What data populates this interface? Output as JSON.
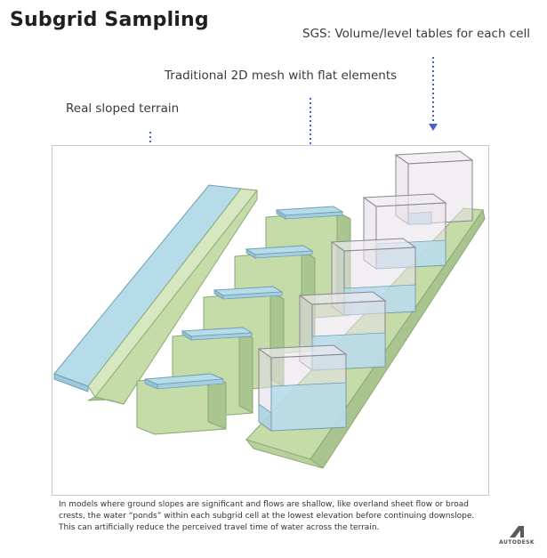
{
  "title": "Subgrid Sampling",
  "labels": {
    "sgs": "SGS: Volume/level tables for each cell",
    "traditional": "Traditional 2D mesh with flat elements",
    "real": "Real sloped terrain"
  },
  "caption": "In models where ground slopes are significant and flows are shallow, like overland sheet flow or broad crests, the water “ponds” within each subgrid cell at the lowest elevation before continuing downslope. This can artificially reduce the perceived travel time of water across the terrain.",
  "logo": {
    "text": "AUTODESK"
  },
  "colors": {
    "arrow": "#4a5fd0",
    "terrain_fill": "#c5dca8",
    "terrain_edge": "#8aa874",
    "water_fill": "#b6dbe9",
    "water_edge": "#6f9fb3",
    "cell_box_fill": "#e7e2ea",
    "cell_box_edge": "#8a8590"
  }
}
